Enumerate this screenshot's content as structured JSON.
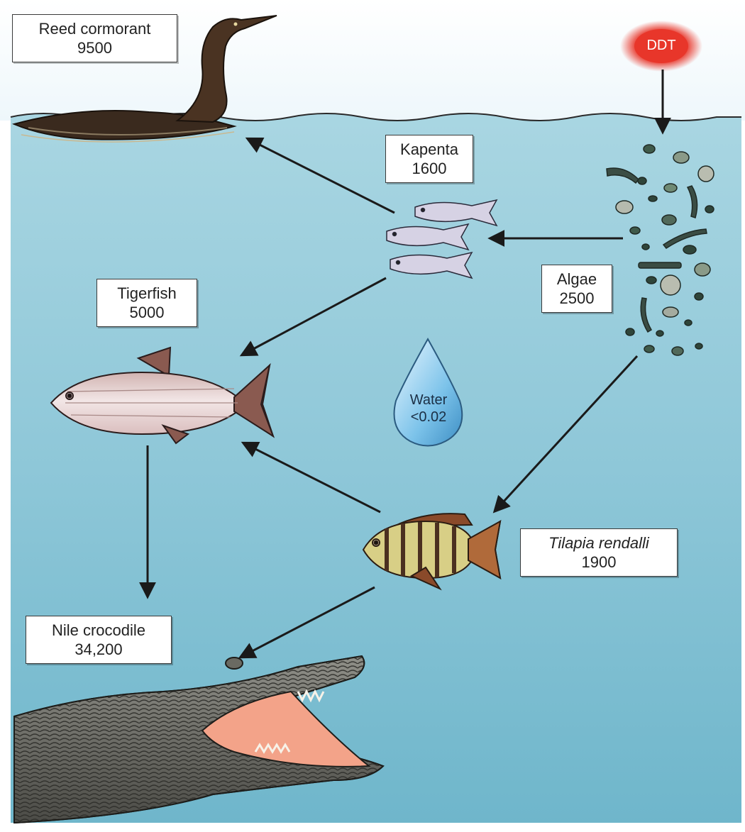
{
  "organisms": {
    "reed_cormorant": {
      "name": "Reed cormorant",
      "value": "9500"
    },
    "kapenta": {
      "name": "Kapenta",
      "value": "1600"
    },
    "tigerfish": {
      "name": "Tigerfish",
      "value": "5000"
    },
    "algae": {
      "name": "Algae",
      "value": "2500"
    },
    "tilapia": {
      "name": "Tilapia rendalli",
      "value": "1900"
    },
    "nile_crocodile": {
      "name": "Nile crocodile",
      "value": "34,200"
    }
  },
  "water": {
    "name": "Water",
    "value": "<0.02"
  },
  "ddt": {
    "label": "DDT"
  },
  "colors": {
    "water_top": "#a9d6e2",
    "water_bottom": "#6fb6cb",
    "ddt_red": "#e8362a",
    "arrow": "#1a1a1a"
  },
  "flows": [
    {
      "from": "ddt",
      "to": "algae"
    },
    {
      "from": "algae",
      "to": "kapenta"
    },
    {
      "from": "kapenta",
      "to": "reed_cormorant"
    },
    {
      "from": "kapenta",
      "to": "tigerfish"
    },
    {
      "from": "algae",
      "to": "tilapia"
    },
    {
      "from": "tilapia",
      "to": "tigerfish"
    },
    {
      "from": "tigerfish",
      "to": "nile_crocodile"
    },
    {
      "from": "tilapia",
      "to": "nile_crocodile"
    }
  ]
}
